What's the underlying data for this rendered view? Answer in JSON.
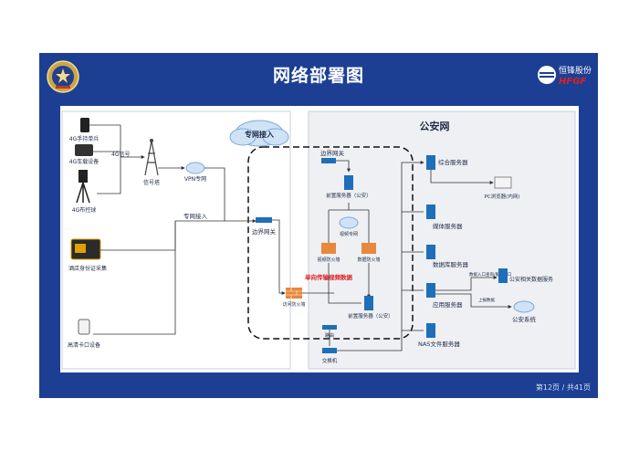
{
  "page": {
    "title": "网络部署图",
    "page_number": "第12页 / 共41页",
    "brand_text": "恒锋股份",
    "brand_mark": "HFGF"
  },
  "left_panel": {
    "cloud_label": "专网接入",
    "devices": {
      "handheld": "4G手持单兵",
      "vehicle": "4G车载设备",
      "tripod": "4G布控球",
      "hotel": "酒店身份证采集",
      "checkpoint": "高清卡口设备",
      "tower": "信号塔",
      "vpn": "VPN专网"
    },
    "link_4g": "4G信号",
    "link_private": "专网接入",
    "edge_gateway": "边界网关"
  },
  "middle": {
    "gateway": "边界网关",
    "front_server": "前置服务器（公安）",
    "video_network": "视频专网",
    "video_firewall": "视频防火墙",
    "data_firewall": "数据防火墙",
    "one_way": "单向传输视频数据",
    "rear_server": "前置服务器（公安）",
    "access_firewall": "访问防火墙",
    "switch_top": "路由",
    "switch_bottom": "交换机"
  },
  "right_panel": {
    "title": "公安网",
    "servers": {
      "integrated": "综合服务器",
      "pc": "PC浏览器(内网)",
      "media": "媒体服务器",
      "database": "数据库服务器",
      "application": "应用服务器",
      "nas": "NAS文件服务器",
      "police_data": "公安相关数据服务",
      "police_system": "公安系统"
    },
    "link_in": "数据入口",
    "link_api": "查询/服务接口",
    "link_report": "上报数据"
  },
  "colors": {
    "slide_blue": "#1c3f93",
    "server_blue": "#1f6fb8",
    "firewall_orange": "#e8883a",
    "alert_red": "#e02020"
  }
}
